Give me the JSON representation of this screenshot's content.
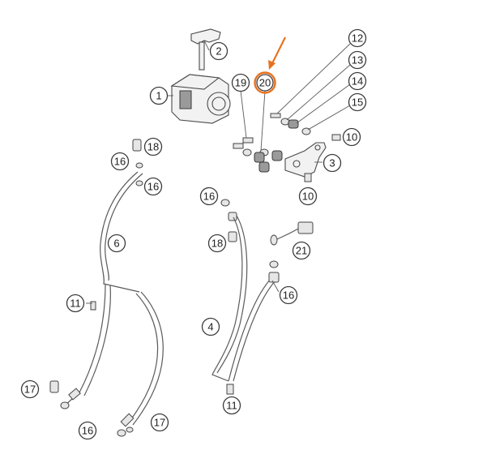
{
  "callouts": [
    {
      "id": "c1",
      "label": "1"
    },
    {
      "id": "c2",
      "label": "2"
    },
    {
      "id": "c3",
      "label": "3"
    },
    {
      "id": "c4",
      "label": "4"
    },
    {
      "id": "c6",
      "label": "6"
    },
    {
      "id": "c10a",
      "label": "10"
    },
    {
      "id": "c10b",
      "label": "10"
    },
    {
      "id": "c11a",
      "label": "11"
    },
    {
      "id": "c11b",
      "label": "11"
    },
    {
      "id": "c12",
      "label": "12"
    },
    {
      "id": "c13",
      "label": "13"
    },
    {
      "id": "c14",
      "label": "14"
    },
    {
      "id": "c15",
      "label": "15"
    },
    {
      "id": "c16a",
      "label": "16"
    },
    {
      "id": "c16b",
      "label": "16"
    },
    {
      "id": "c16c",
      "label": "16"
    },
    {
      "id": "c16d",
      "label": "16"
    },
    {
      "id": "c16e",
      "label": "16"
    },
    {
      "id": "c17a",
      "label": "17"
    },
    {
      "id": "c17b",
      "label": "17"
    },
    {
      "id": "c18a",
      "label": "18"
    },
    {
      "id": "c18b",
      "label": "18"
    },
    {
      "id": "c19",
      "label": "19"
    },
    {
      "id": "c20",
      "label": "20"
    },
    {
      "id": "c21",
      "label": "21"
    }
  ],
  "highlight": {
    "callout_id": "c20",
    "color": "#e8711e"
  },
  "colors": {
    "line": "#4a4a4a",
    "accent": "#e8711e",
    "background": "#ffffff"
  }
}
